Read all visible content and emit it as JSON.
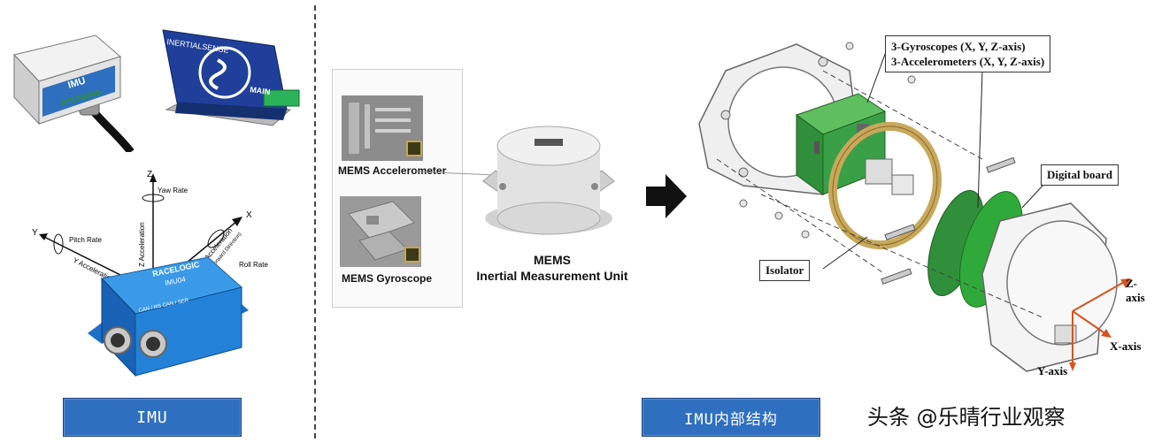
{
  "left_panel": {
    "imu_label": "IMU",
    "sensor1_text": "IMU",
    "sensor1_brand": "RSENSING",
    "sensor2_brand": "INERTIALSENSE",
    "sensor2_main": "MAIN",
    "axes": {
      "z": "Z",
      "x": "X",
      "y": "Y",
      "yaw_rate": "Yaw Rate",
      "pitch_rate": "Pitch Rate",
      "roll_rate": "Roll Rate",
      "z_accel": "Z Acceleration",
      "x_accel": "X Acceleration",
      "y_accel": "Y Acceleration",
      "forward": "(Forward Direction)"
    },
    "vbox_brand": "RACELOGIC",
    "vbox_model": "IMU04",
    "vbox_ports": "CAN / RS    CAN / SER"
  },
  "middle_panel": {
    "accelerometer_label": "MEMS Accelerometer",
    "gyroscope_label": "MEMS Gyroscope",
    "unit_title_line1": "MEMS",
    "unit_title_line2": "Inertial Measurement Unit"
  },
  "right_panel": {
    "callout_gyro": "3-Gyroscopes (X, Y, Z-axis)",
    "callout_accel": "3-Accelerometers (X, Y, Z-axis)",
    "digital_board": "Digital board",
    "isolator": "Isolator",
    "z_axis": "Z-axis",
    "x_axis": "X-axis",
    "y_axis": "Y-axis",
    "structure_label": "IMU内部结构"
  },
  "watermark": "头条 @乐晴行业观察",
  "colors": {
    "label_blue": "#2f6fbf",
    "pcb_green": "#2f8f3a",
    "orange_axis": "#d9531e"
  }
}
